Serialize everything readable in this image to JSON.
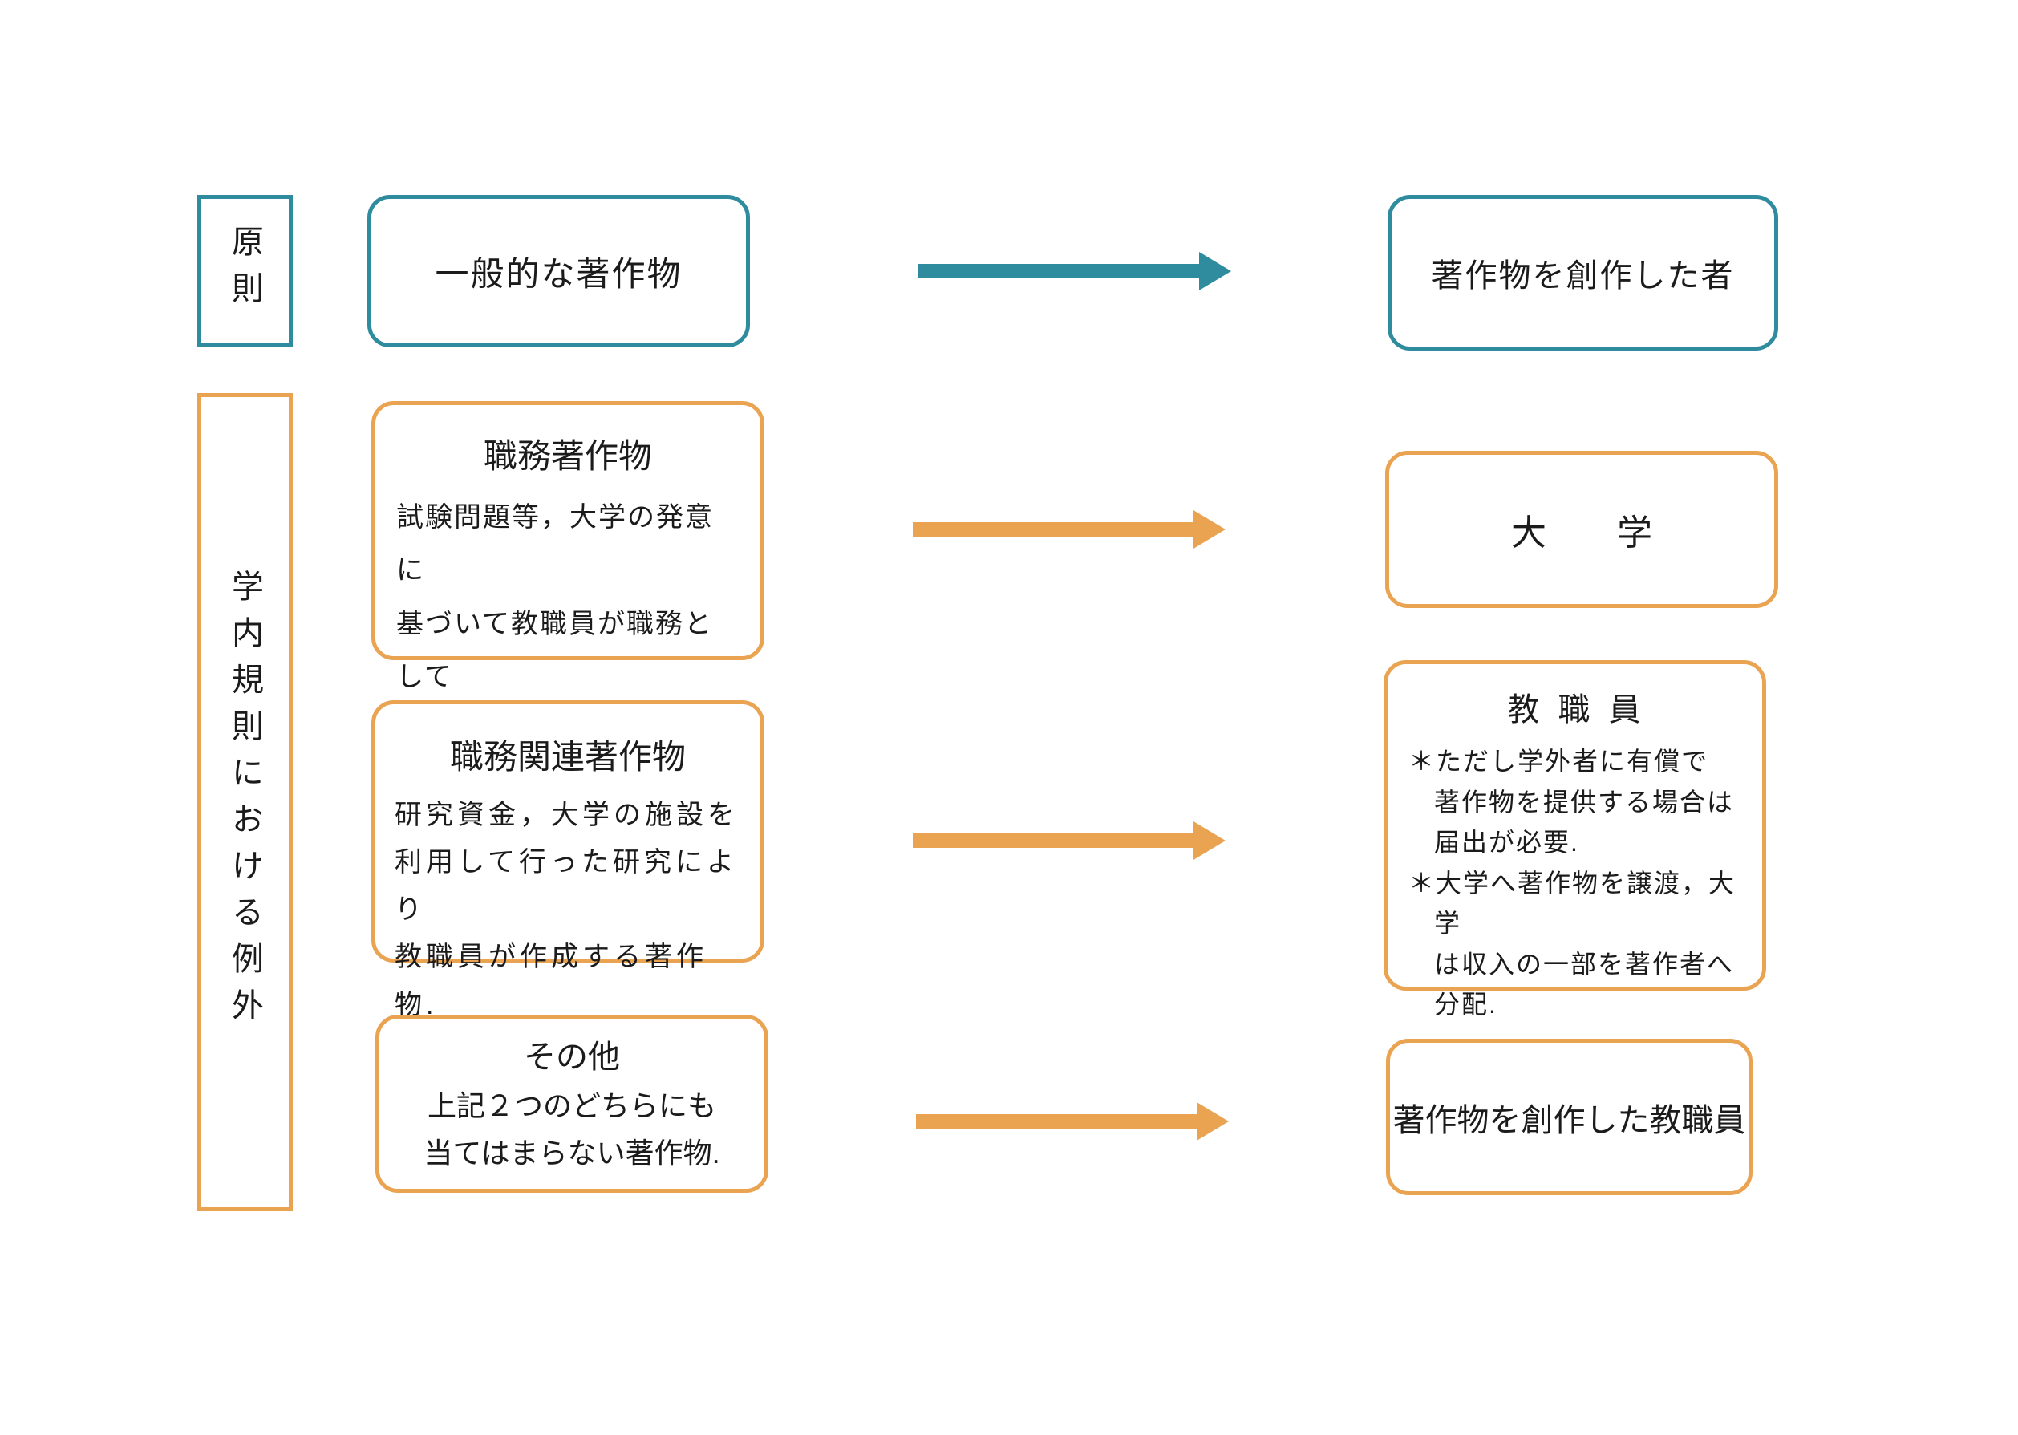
{
  "colors": {
    "teal": "#2F8C9E",
    "orange": "#E9A351"
  },
  "labels": {
    "principle": "原則",
    "exception": "学内規則における例外"
  },
  "boxes": {
    "general": {
      "title": "一般的な著作物"
    },
    "creator": {
      "title": "著作物を創作した者"
    },
    "shokumu": {
      "title": "職務著作物",
      "body": "試験問題等，大学の発意に\n基づいて教職員が職務として\n作成する著作物."
    },
    "daigaku": {
      "title": "大　　学"
    },
    "kanren": {
      "title": "職務関連著作物",
      "body": "研究資金，大学の施設を\n利用して行った研究により\n教職員が作成する著作物."
    },
    "kyoshokuin": {
      "title": "教 職 員",
      "bullets": [
        "＊ただし学外者に有償で\n著作物を提供する場合は\n届出が必要.",
        "＊大学へ著作物を譲渡，大学\nは収入の一部を著作者へ\n分配."
      ]
    },
    "sonota": {
      "title": "その他",
      "body": "上記２つのどちらにも\n当てはまらない著作物."
    },
    "created_staff": {
      "title": "著作物を創作した教職員"
    }
  }
}
